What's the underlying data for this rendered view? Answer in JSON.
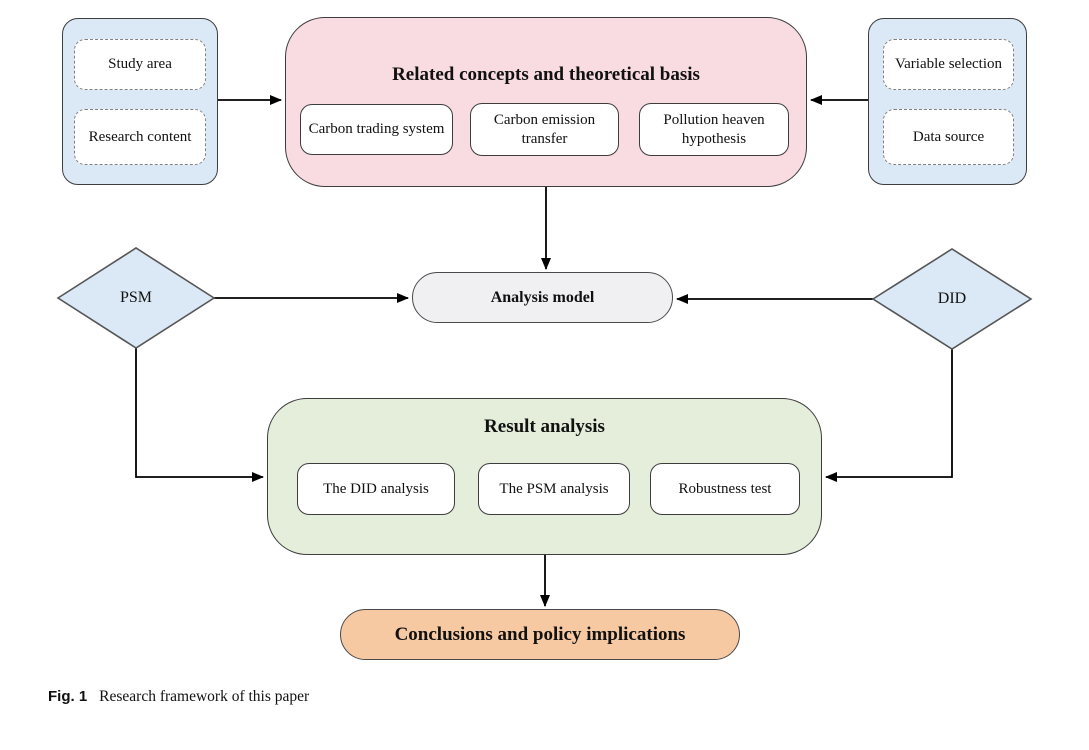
{
  "figure": {
    "caption_label": "Fig. 1",
    "caption_text": "Research framework of this paper"
  },
  "palette": {
    "blue_fill": "#dbe9f6",
    "pink_fill": "#f8dce1",
    "green_fill": "#e4eeda",
    "gray_fill": "#f0eff1",
    "orange_fill": "#f7c9a3",
    "arrow_color": "#000000",
    "border_color": "#3d3d3d"
  },
  "diagram": {
    "left_inputs": {
      "items": [
        {
          "label": "Study area"
        },
        {
          "label": "Research content"
        }
      ]
    },
    "concepts": {
      "title": "Related concepts and theoretical basis",
      "items": [
        {
          "label": "Carbon trading system"
        },
        {
          "label": "Carbon emission transfer"
        },
        {
          "label": "Pollution heaven hypothesis"
        }
      ]
    },
    "right_inputs": {
      "items": [
        {
          "label": "Variable selection"
        },
        {
          "label": "Data source"
        }
      ]
    },
    "psm_label": "PSM",
    "did_label": "DID",
    "analysis_model_label": "Analysis model",
    "results": {
      "title": "Result analysis",
      "items": [
        {
          "label": "The DID analysis"
        },
        {
          "label": "The PSM analysis"
        },
        {
          "label": "Robustness test"
        }
      ]
    },
    "conclusions_label": "Conclusions and policy implications"
  }
}
